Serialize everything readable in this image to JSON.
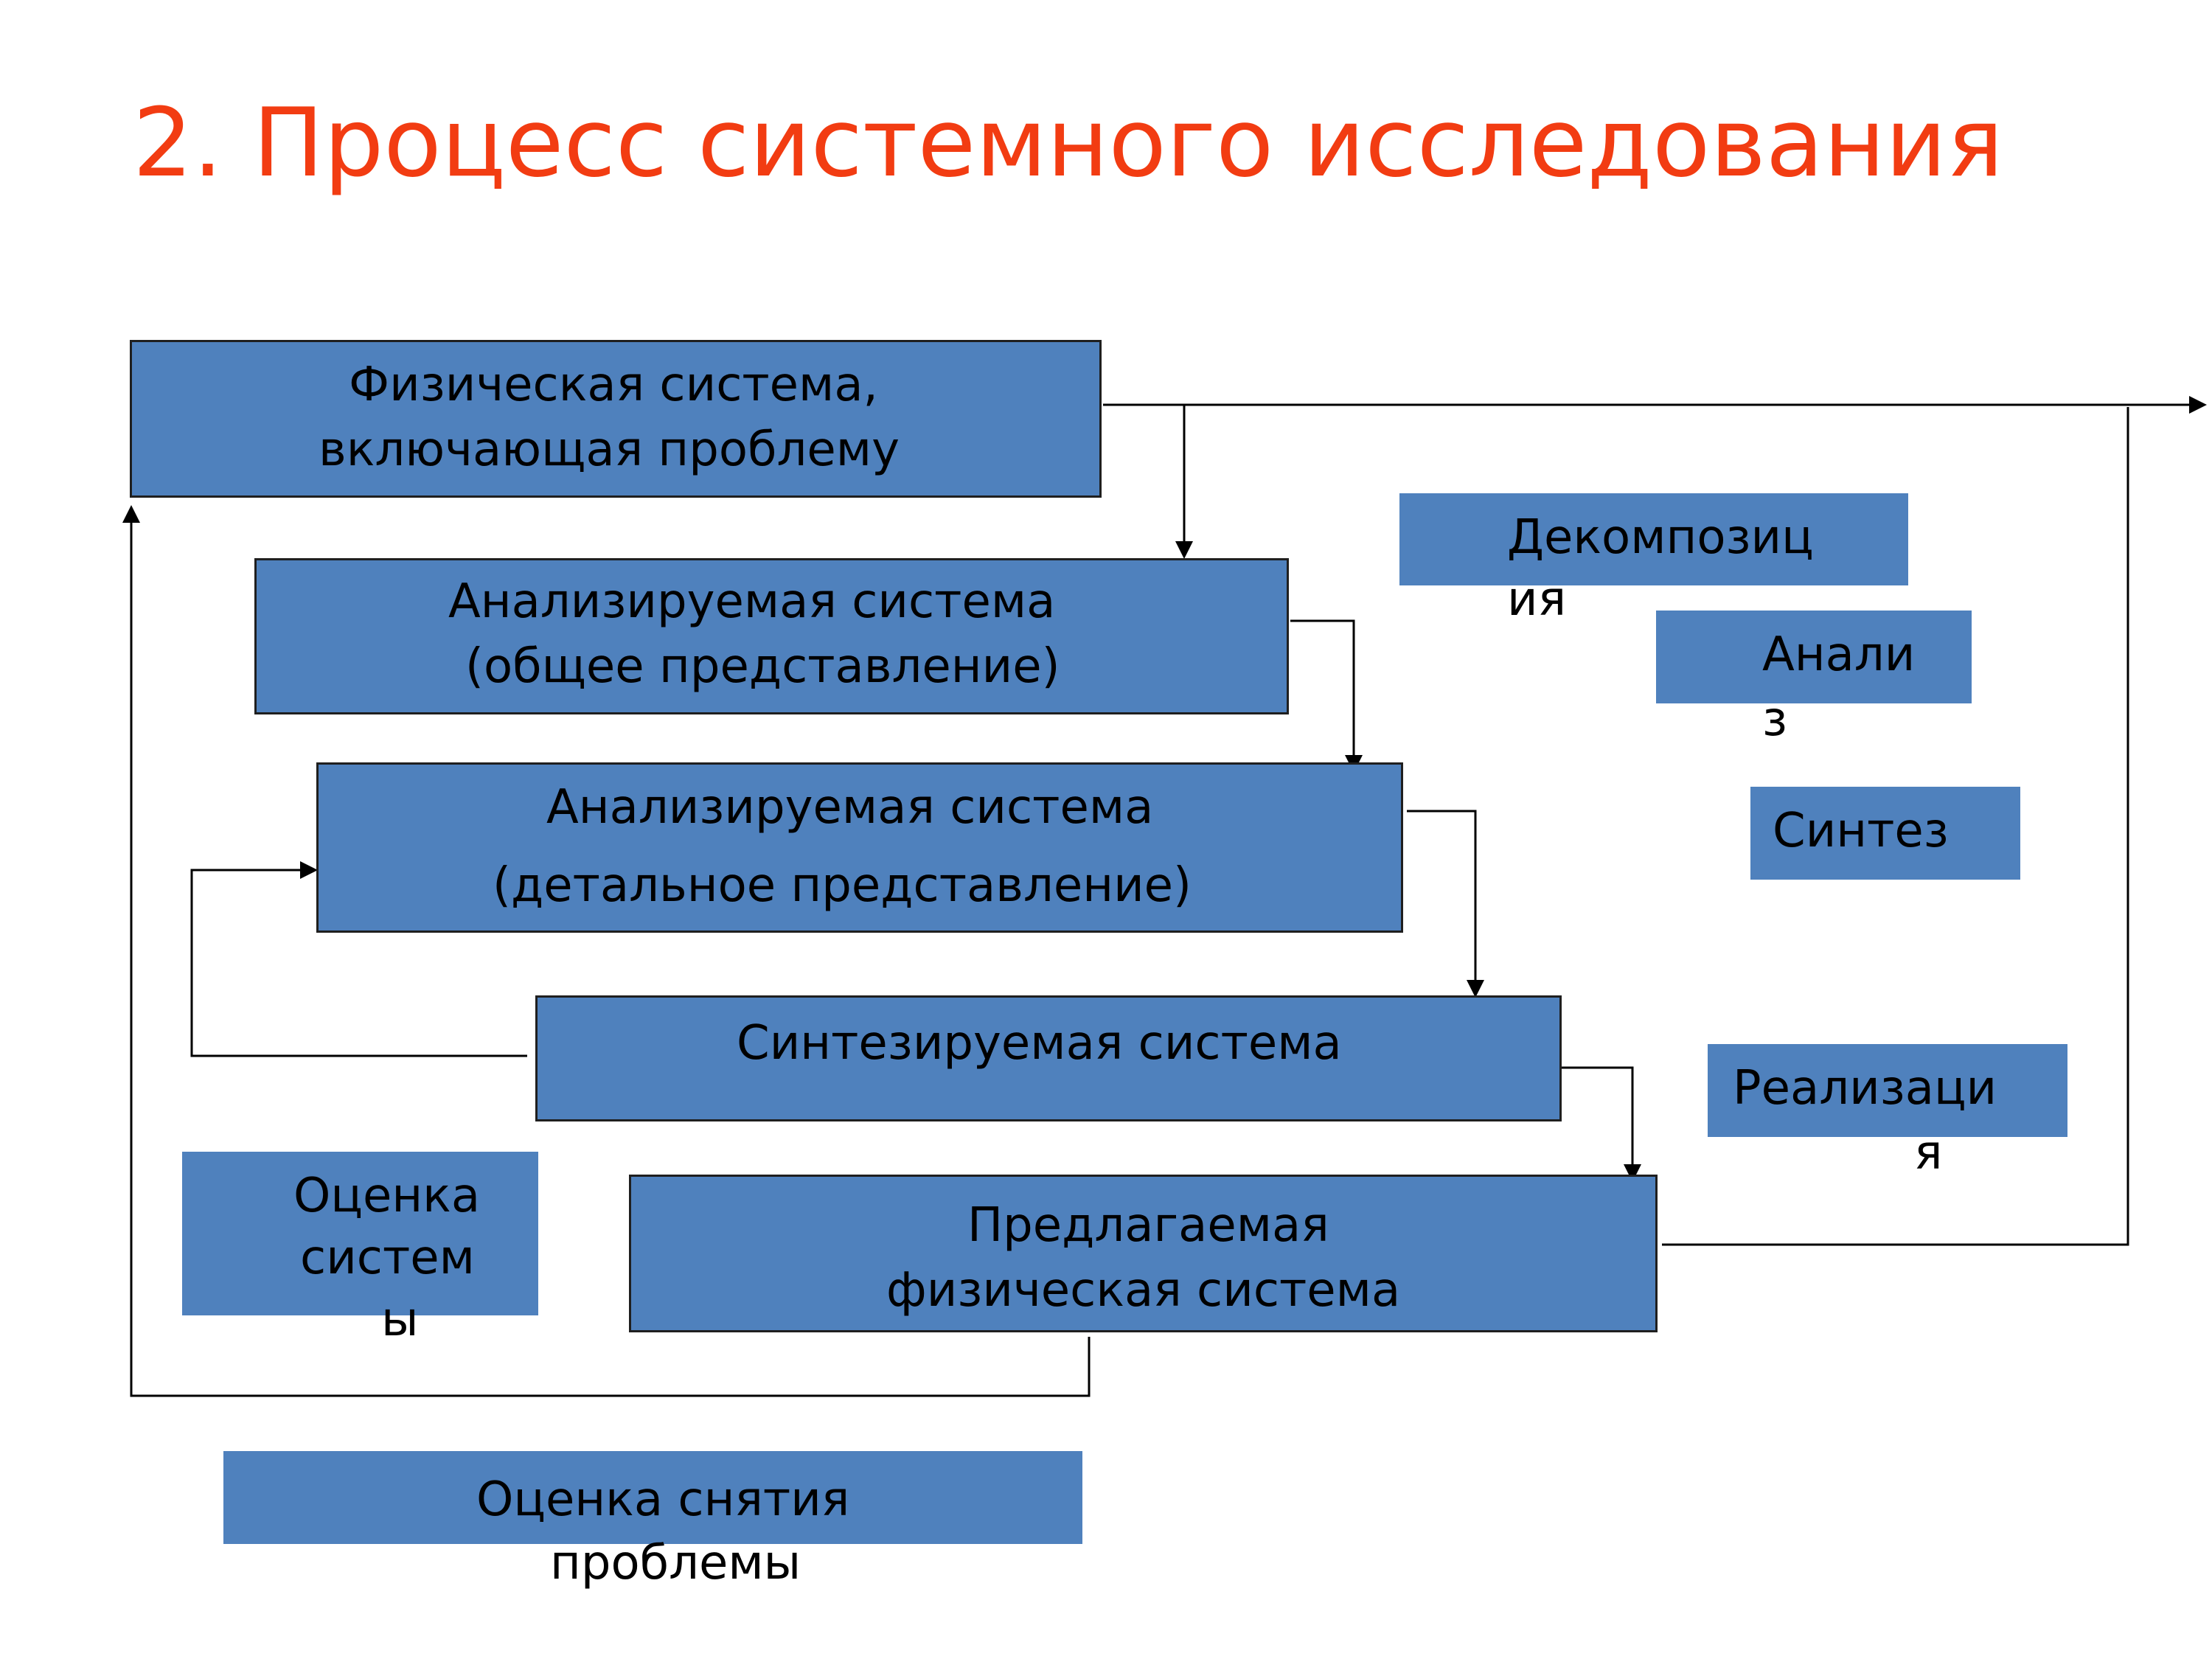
{
  "title": "2. Процесс системного исследования",
  "colors": {
    "title": "#f23c12",
    "box_fill": "#4f81bd",
    "box_border": "#1f1f1f",
    "text": "#000000",
    "connector": "#000000",
    "background": "#ffffff"
  },
  "process_boxes": {
    "physical_system": {
      "line1": "Физическая система,",
      "line2": "включающая проблему"
    },
    "analyzed_general": {
      "line1": "Анализируемая система",
      "line2": "(общее представление)"
    },
    "analyzed_detailed": {
      "line1": "Анализируемая система",
      "line2": "(детальное представление)"
    },
    "synthesized": {
      "line1": "Синтезируемая система"
    },
    "proposed": {
      "line1": "Предлагаемая",
      "line2": "физическая система"
    }
  },
  "stage_labels": {
    "decomposition": {
      "line1": "Декомпозиц",
      "line2": "ия"
    },
    "analysis": {
      "line1": "Анали",
      "line2": "з"
    },
    "synthesis": {
      "line1": "Синтез"
    },
    "implementation": {
      "line1": "Реализаци",
      "line2": "я"
    },
    "system_evaluation": {
      "line1": "Оценка",
      "line2": "систем",
      "line3": "ы"
    },
    "problem_removal_evaluation": {
      "line1": "Оценка снятия",
      "line2": "проблемы"
    }
  }
}
